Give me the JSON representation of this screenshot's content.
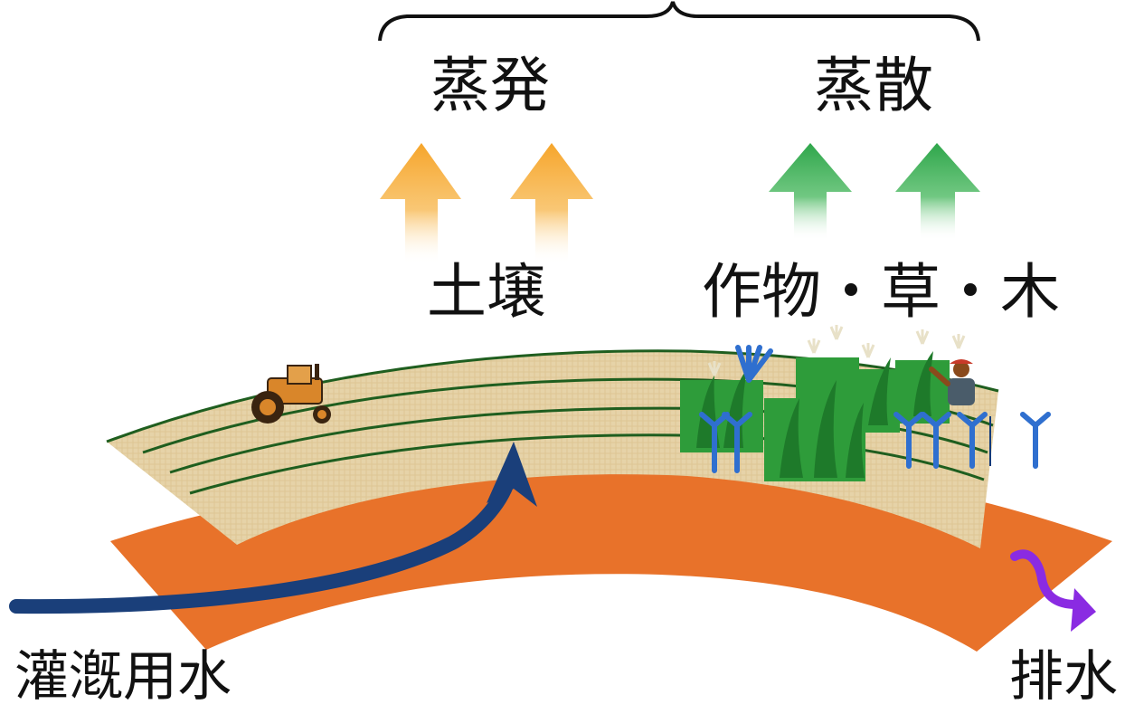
{
  "labels": {
    "evaporation": "蒸発",
    "transpiration": "蒸散",
    "soil": "土壌",
    "vegetation": "作物・草・木",
    "irrigation": "灌漑用水",
    "drainage": "排水"
  },
  "colors": {
    "soil_layer": "#e8722a",
    "field_surface": "#e3cfa3",
    "furrow_lines": "#1f5e1f",
    "evaporation_arrow": "#f6a52b",
    "transpiration_arrow": "#2ea64a",
    "irrigation_arrow": "#1a3f7a",
    "drainage_arrow": "#8a2be2",
    "crop_green": "#2e9c3a",
    "crop_blue": "#2f6fcf"
  },
  "icons": [
    "brace-icon",
    "tractor-icon",
    "corn-crop-icon",
    "farmer-icon"
  ]
}
